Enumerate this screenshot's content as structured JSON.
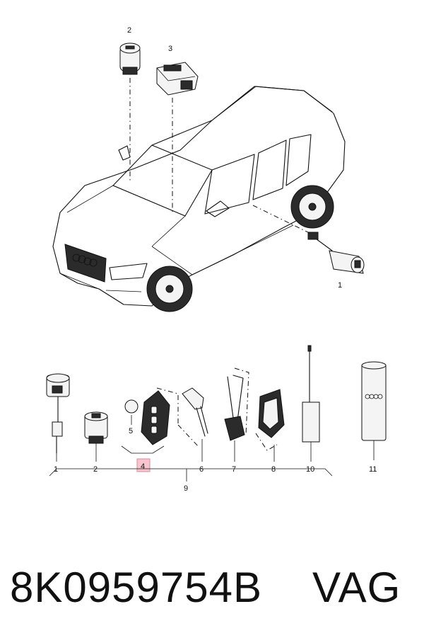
{
  "diagram": {
    "callouts": {
      "top_2": "2",
      "top_3": "3",
      "top_1": "1",
      "row_1": "1",
      "row_2": "2",
      "row_5": "5",
      "row_4": "4",
      "row_6": "6",
      "row_7": "7",
      "row_8": "8",
      "row_10": "10",
      "row_11": "11",
      "row_9": "9"
    },
    "highlight_color": "#f6c6cf"
  },
  "footer": {
    "part_number": "8K0959754B",
    "brand": "VAG"
  }
}
